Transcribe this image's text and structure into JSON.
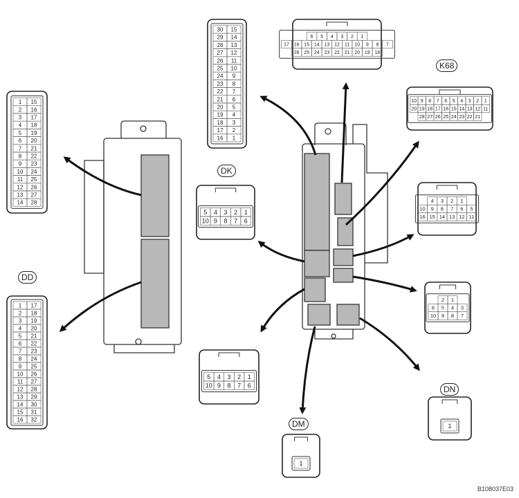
{
  "labels": {
    "dd": "DD",
    "dk": "DK",
    "k68": "K68",
    "dn": "DN",
    "dm": "DM"
  },
  "figure_code": "B108037E03",
  "connectors": {
    "top_vertical": [
      [
        "30",
        "15"
      ],
      [
        "29",
        "14"
      ],
      [
        "28",
        "13"
      ],
      [
        "27",
        "12"
      ],
      [
        "26",
        "11"
      ],
      [
        "25",
        "10"
      ],
      [
        "24",
        "9"
      ],
      [
        "23",
        "8"
      ],
      [
        "22",
        "7"
      ],
      [
        "21",
        "6"
      ],
      [
        "20",
        "5"
      ],
      [
        "19",
        "4"
      ],
      [
        "18",
        "3"
      ],
      [
        "17",
        "2"
      ],
      [
        "16",
        "1"
      ]
    ],
    "left_upper": [
      [
        "1",
        "15"
      ],
      [
        "2",
        "16"
      ],
      [
        "3",
        "17"
      ],
      [
        "4",
        "18"
      ],
      [
        "5",
        "19"
      ],
      [
        "6",
        "20"
      ],
      [
        "7",
        "21"
      ],
      [
        "8",
        "22"
      ],
      [
        "9",
        "23"
      ],
      [
        "10",
        "24"
      ],
      [
        "11",
        "25"
      ],
      [
        "12",
        "26"
      ],
      [
        "13",
        "27"
      ],
      [
        "14",
        "28"
      ]
    ],
    "dd": [
      [
        "1",
        "17"
      ],
      [
        "2",
        "18"
      ],
      [
        "3",
        "19"
      ],
      [
        "4",
        "20"
      ],
      [
        "5",
        "21"
      ],
      [
        "6",
        "22"
      ],
      [
        "7",
        "23"
      ],
      [
        "8",
        "24"
      ],
      [
        "9",
        "25"
      ],
      [
        "10",
        "26"
      ],
      [
        "11",
        "27"
      ],
      [
        "12",
        "28"
      ],
      [
        "13",
        "29"
      ],
      [
        "14",
        "30"
      ],
      [
        "15",
        "31"
      ],
      [
        "16",
        "32"
      ]
    ],
    "top_right": [
      [
        "6",
        "5",
        "4",
        "3",
        "2",
        "1"
      ],
      [
        "17",
        "16",
        "15",
        "14",
        "13",
        "12",
        "11",
        "10",
        "9",
        "8",
        "7"
      ],
      [
        "28",
        "25",
        "24",
        "23",
        "22",
        "21",
        "20",
        "19",
        "18"
      ]
    ],
    "k68": [
      [
        "10",
        "9",
        "8",
        "7",
        "6",
        "5",
        "4",
        "3",
        "2",
        "1"
      ],
      [
        "20",
        "19",
        "18",
        "17",
        "16",
        "15",
        "14",
        "13",
        "12",
        "11"
      ],
      [
        "28",
        "27",
        "26",
        "25",
        "24",
        "23",
        "22",
        "21"
      ]
    ],
    "right_mid": [
      [
        "4",
        "3",
        "2",
        "1"
      ],
      [
        "10",
        "9",
        "8",
        "7",
        "6",
        "5"
      ],
      [
        "16",
        "15",
        "14",
        "13",
        "12",
        "11"
      ]
    ],
    "right_small": [
      [
        "2",
        "1"
      ],
      [
        "6",
        "5",
        "4",
        "3"
      ],
      [
        "10",
        "9",
        "8",
        "7"
      ]
    ],
    "dk": [
      [
        "5",
        "4",
        "3",
        "2",
        "1"
      ],
      [
        "10",
        "9",
        "8",
        "7",
        "6"
      ]
    ],
    "bottom_mid": [
      [
        "5",
        "4",
        "3",
        "2",
        "1"
      ],
      [
        "10",
        "9",
        "8",
        "7",
        "6"
      ]
    ],
    "dm": [
      "1"
    ],
    "dn": [
      "1"
    ]
  }
}
